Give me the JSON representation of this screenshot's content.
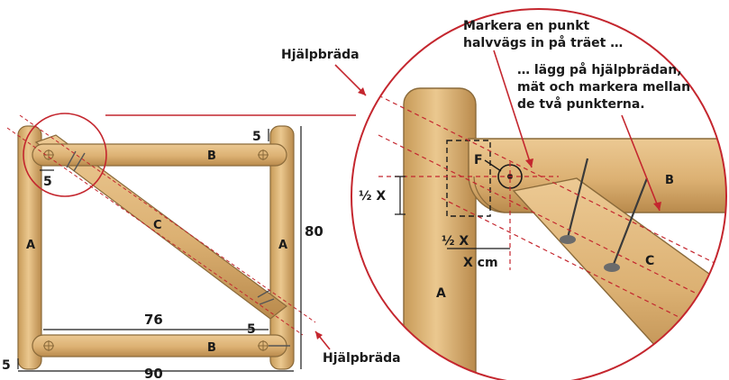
{
  "colors": {
    "wood_fill": "#e2b97d",
    "wood_edge": "#8a6a3a",
    "wood_grain": "#c99a5a",
    "red": "#c4262e",
    "ink": "#1a1a1a",
    "detail_bg": "#ffffff"
  },
  "labels": {
    "helper_board_top": "Hjälpbräda",
    "helper_board_bottom": "Hjälpbräda",
    "note_mark": "Markera en punkt\nhalvvägs in på träet …",
    "note_place": "… lägg på hjälpbrädan,\nmät och markera mellan\nde två punkterna."
  },
  "parts": {
    "post_left": "A",
    "post_right": "A",
    "bar_top": "B",
    "bar_bottom": "B",
    "brace": "C",
    "detail_post": "A",
    "detail_bar": "B",
    "detail_brace": "C",
    "point_f": "F"
  },
  "dimensions": {
    "top_offset": "5",
    "left_offset": "5",
    "height": "80",
    "inner_span": "76",
    "inner_offset": "5",
    "bottom_offset": "5",
    "outer_span": "90",
    "half_x_vertical": "½ X",
    "half_x_horizontal": "½ X",
    "x_cm": "X cm"
  },
  "icons": [
    "screw-icon",
    "dowel-hole-icon",
    "magnifier-circle-icon"
  ]
}
